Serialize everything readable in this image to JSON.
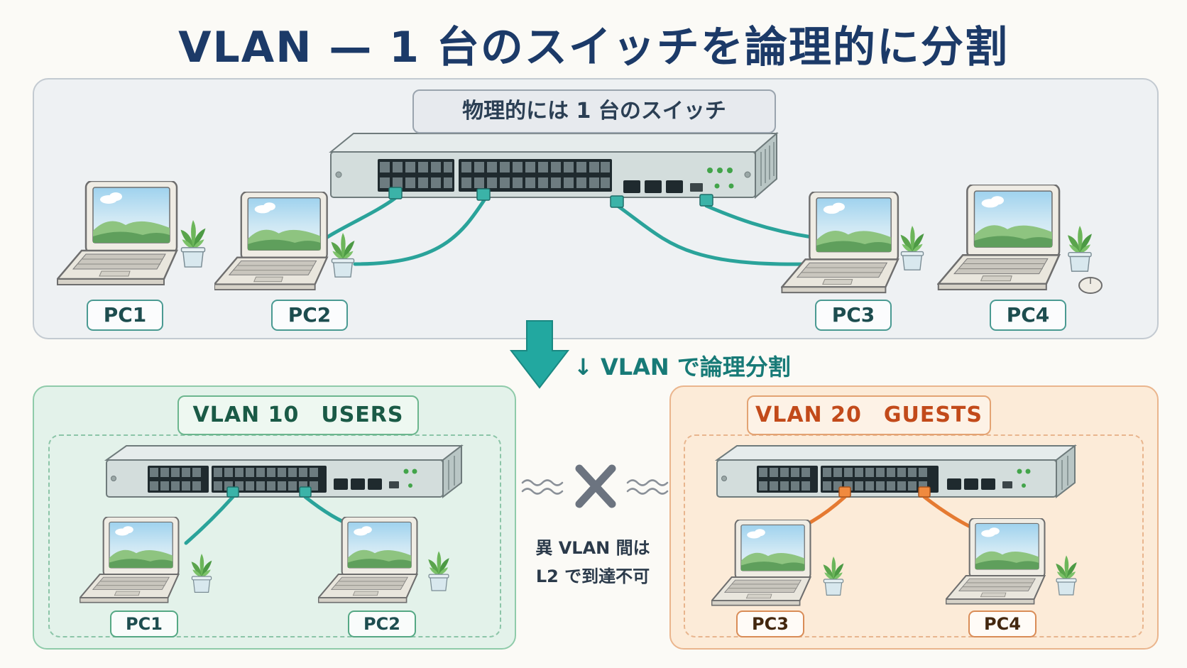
{
  "title": "VLAN — 1 台のスイッチを論理的に分割",
  "physical": {
    "header": "物理的には 1 台のスイッチ",
    "pcs": [
      "PC1",
      "PC2",
      "PC3",
      "PC4"
    ]
  },
  "split_label": "↓ VLAN で論理分割",
  "vlan10": {
    "header": "VLAN 10　USERS",
    "pcs": [
      "PC1",
      "PC2"
    ]
  },
  "vlan20": {
    "header": "VLAN 20　GUESTS",
    "pcs": [
      "PC3",
      "PC4"
    ]
  },
  "note": {
    "line1": "異 VLAN 間は",
    "line2": "L2 で到達不可"
  },
  "colors": {
    "vlan10": "#2aa39a",
    "vlan20": "#e57a32",
    "title": "#1c3a68"
  },
  "icons": [
    "switch-icon",
    "laptop-icon",
    "plant-icon",
    "mouse-icon",
    "down-arrow-icon",
    "blocked-x-icon"
  ]
}
